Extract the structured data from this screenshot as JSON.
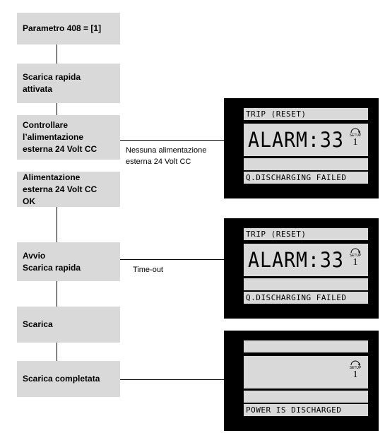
{
  "steps": [
    "Parametro 408 = [1]",
    "Scarica rapida\nattivata",
    "Controllare\nl’alimentazione\nesterna 24 Volt CC",
    "Alimentazione\nesterna 24 Volt CC\nOK",
    "Avvio\nScarica rapida",
    "Scarica",
    "Scarica completata"
  ],
  "notes": {
    "no_power": "Nessuna alimentazione\nesterna 24 Volt CC",
    "timeout": "Time-out"
  },
  "displays": [
    {
      "line1": "TRIP (RESET)",
      "alarm": "ALARM:33",
      "setup_label": "SETUP",
      "setup_number": "1",
      "line3": "",
      "line4": "Q.DISCHARGING FAILED"
    },
    {
      "line1": "TRIP (RESET)",
      "alarm": "ALARM:33",
      "setup_label": "SETUP",
      "setup_number": "1",
      "line3": "",
      "line4": "Q.DISCHARGING FAILED"
    },
    {
      "line1": "",
      "alarm": "",
      "setup_label": "SETUP",
      "setup_number": "1",
      "line3": "",
      "line4": "POWER IS DISCHARGED"
    }
  ]
}
